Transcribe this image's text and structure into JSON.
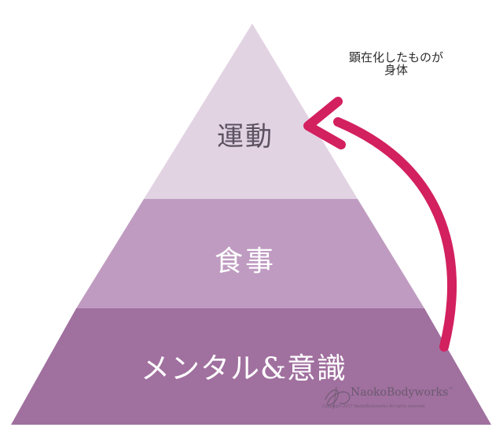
{
  "pyramid": {
    "tiers": [
      {
        "label": "運動",
        "color": "#e2d3e3"
      },
      {
        "label": "食事",
        "color": "#bf9bc1"
      },
      {
        "label": "メンタル&意識",
        "color": "#a0709f"
      }
    ]
  },
  "annotation": {
    "line1": "顕在化したものが",
    "line2": "身体"
  },
  "arrow": {
    "color": "#d3205f",
    "icon": "curved-arrow-icon"
  },
  "watermark": {
    "brand": "NaokoBodyworks",
    "trademark": "™",
    "logo_icon": "nb-monogram-icon",
    "subtext": "Copyright 2017 NaokoBodyworks All rights reserved"
  }
}
